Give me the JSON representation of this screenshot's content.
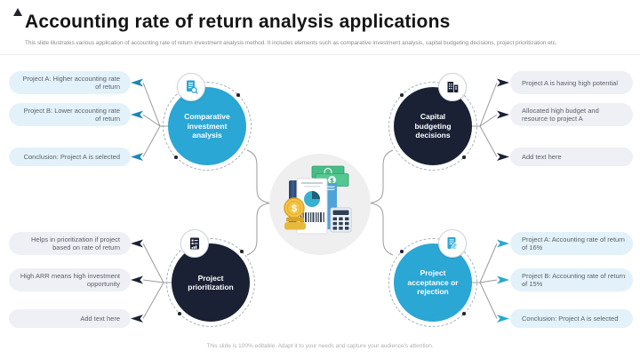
{
  "slide": {
    "title": "Accounting rate of return analysis applications",
    "subtitle": "This slide illustrates various application of accounting rate of return investment analysis method. It includes elements such as comparative investment analysis, capital budgeting decisions, project prioritization etc.",
    "footer": "This slide is 100% editable. Adapt it to your needs and capture your audience's attention."
  },
  "colors": {
    "accent_cyan": "#2aa7d4",
    "accent_navy": "#1a2135",
    "pill_blue": "#e3f2fa",
    "pill_gray": "#eef0f5",
    "connector_gray": "#9b9b9b",
    "center_circle_gray": "#efeff0"
  },
  "sections": {
    "comparative": {
      "label": "Comparative investment analysis",
      "icon": "document-search-icon",
      "callouts": [
        "Project A: Higher accounting rate of return",
        "Project B: Lower accounting rate of return",
        "Conclusion: Project A is selected"
      ]
    },
    "capital": {
      "label": "Capital budgeting decisions",
      "icon": "buildings-icon",
      "callouts": [
        "Project A is having high potential",
        "Allocated high budget and resource to project A",
        "Add text here"
      ]
    },
    "prioritization": {
      "label": "Project prioritization",
      "icon": "checklist-chart-icon",
      "callouts": [
        "Helps in prioritization if project based on rate of return",
        "High ARR means high investment opportunity",
        "Add text here"
      ]
    },
    "acceptance": {
      "label": "Project acceptance or rejection",
      "icon": "document-edit-icon",
      "callouts": [
        "Project A: Accounting rate of return of 16%",
        "Project B: Accounting rate of return of 15%",
        "Conclusion: Project A is selected"
      ]
    }
  },
  "center": {
    "illustration": "financial-analysis-illustration"
  }
}
